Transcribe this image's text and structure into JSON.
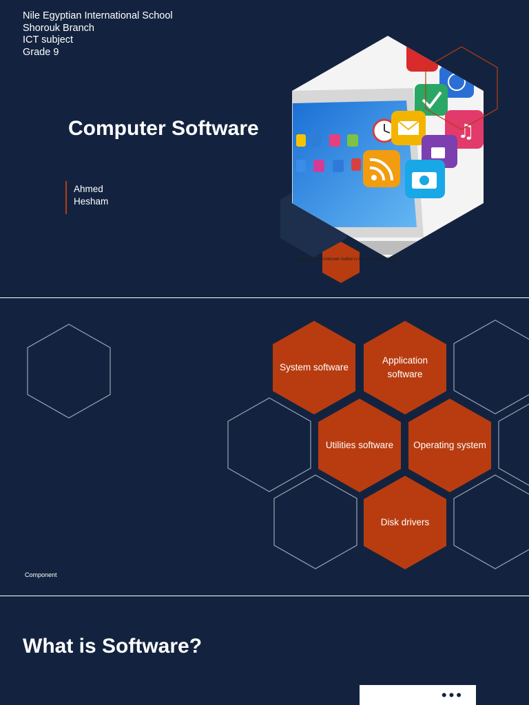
{
  "slide1": {
    "school_lines": [
      "Nile Egyptian International School",
      "Shorouk Branch",
      "ICT subject",
      "Grade 9"
    ],
    "title": "Computer Software",
    "author_lines": [
      "Ahmed",
      "Hesham"
    ],
    "credit": {
      "photo_link": "This Photo",
      "middle": " by Unknown Author is licensed under ",
      "license_link": "CC BY"
    },
    "colors": {
      "background": "#13233f",
      "accent": "#b83c10"
    }
  },
  "slide2": {
    "items": [
      {
        "label": "System software"
      },
      {
        "label": "Application software"
      },
      {
        "label": "Utilities software"
      },
      {
        "label": "Operating system"
      },
      {
        "label": "Disk drivers"
      }
    ],
    "footer": "Component",
    "colors": {
      "hex_fill": "#b83c10",
      "outline": "#9aa3b4"
    }
  },
  "slide3": {
    "title": "What is Software?",
    "card_icon": "ellipsis-icon"
  }
}
